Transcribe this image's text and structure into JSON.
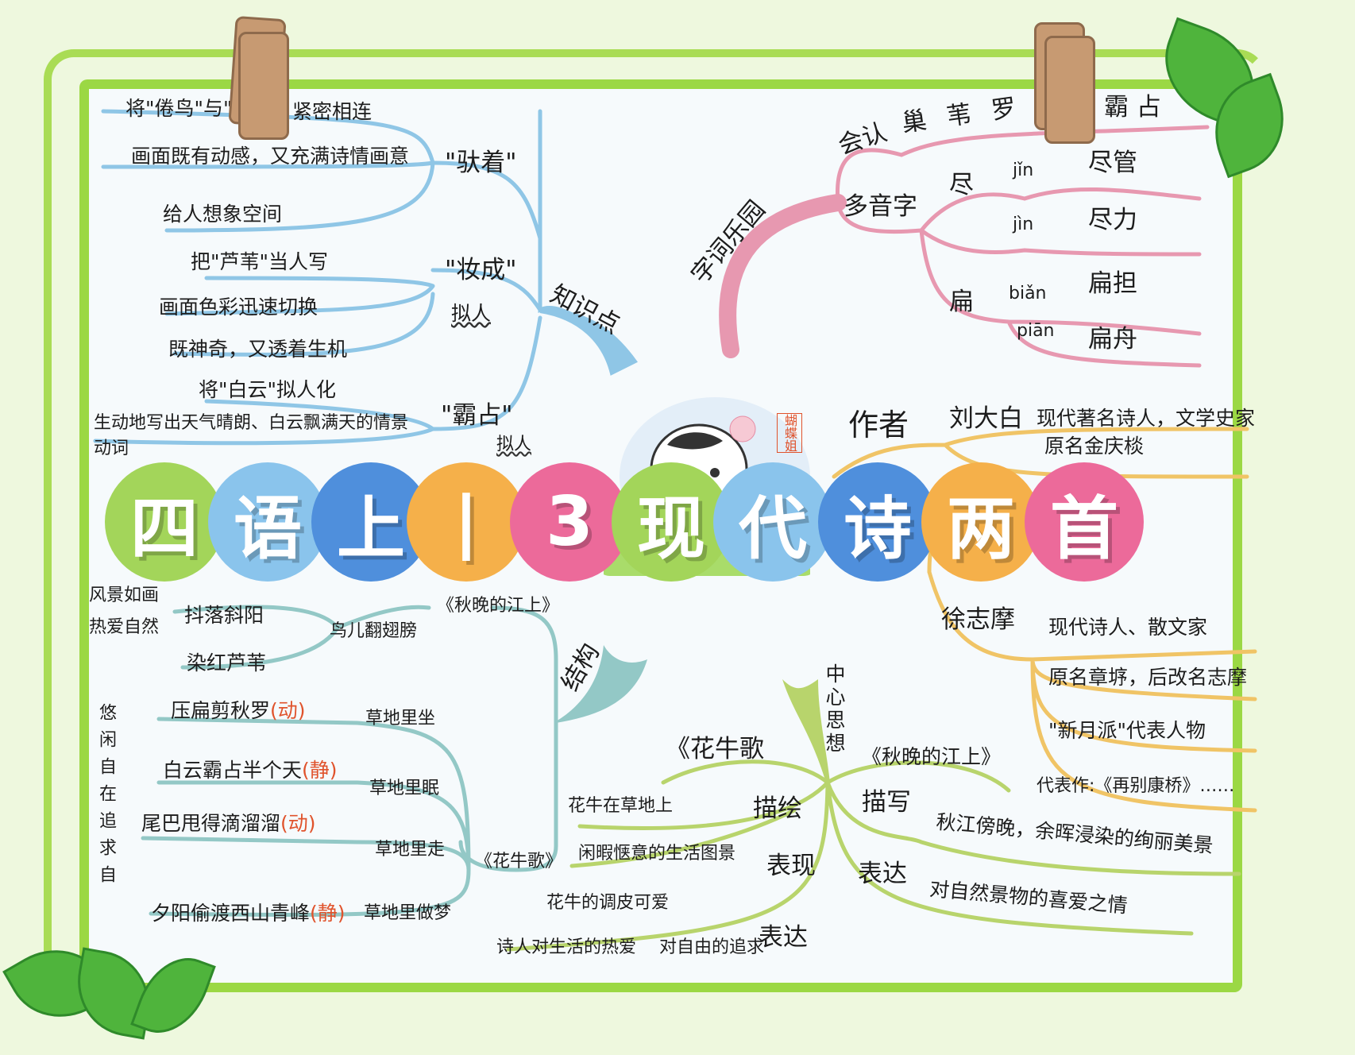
{
  "title": {
    "chars": [
      "四",
      "语",
      "上",
      "|",
      "3",
      "现",
      "代",
      "诗",
      "两",
      "首"
    ],
    "colors": [
      "#a3d55a",
      "#8ac4ec",
      "#4f8fdc",
      "#f5b04a",
      "#ec6a9a",
      "#a3d55a",
      "#8ac4ec",
      "#4f8fdc",
      "#f5b04a",
      "#ec6a9a"
    ]
  },
  "watermark": "蝴蝶姐",
  "branch_colors": {
    "knowledge": "#8fc6e6",
    "structure": "#93c8c6",
    "words": "#e798b0",
    "author": "#f0c466",
    "theme": "#b8d46c"
  },
  "knowledge": {
    "label": "知识点",
    "items": [
      "将\"倦鸟\"与\"",
      "紧密相连",
      "画面既有动感，又充满诗情画意",
      "\"驮着\"",
      "给人想象空间",
      "把\"芦苇\"当人写",
      "\"妆成\"",
      "拟人",
      "画面色彩迅速切换",
      "既神奇，又透着生机",
      "将\"白云\"拟人化",
      "\"霸占\"",
      "生动地写出天气晴朗、白云飘满天的情景",
      "拟人",
      "动词"
    ]
  },
  "structure": {
    "label": "结构",
    "side_a": [
      "风景如画",
      "热爱自然"
    ],
    "side_b": "悠闲自在追求自",
    "poem1": {
      "title": "《秋晚的江上》",
      "node": "鸟儿翻翅膀",
      "items": [
        "抖落斜阳",
        "染红芦苇"
      ]
    },
    "poem2": {
      "title": "《花牛歌》",
      "rows": [
        {
          "line": "压扁剪秋罗",
          "tag": "(动)",
          "node": "草地里坐"
        },
        {
          "line": "白云霸占半个天",
          "tag": "(静)",
          "node": "草地里眠"
        },
        {
          "line": "尾巴甩得滴溜溜",
          "tag": "(动)",
          "node": "草地里走"
        },
        {
          "line": "夕阳偷渡西山青峰",
          "tag": "(静)",
          "node": "草地里做梦"
        }
      ]
    }
  },
  "words": {
    "label": "字词乐园",
    "recognize_label": "会认",
    "recognize": "巢 苇 罗",
    "recognize_tail": "霸 占",
    "polyphone_label": "多音字",
    "groups": [
      {
        "char": "尽",
        "readings": [
          {
            "pinyin": "jǐn",
            "word": "尽管"
          },
          {
            "pinyin": "jìn",
            "word": "尽力"
          }
        ]
      },
      {
        "char": "扁",
        "readings": [
          {
            "pinyin": "biǎn",
            "word": "扁担"
          },
          {
            "pinyin": "piān",
            "word": "扁舟"
          }
        ]
      }
    ]
  },
  "author": {
    "label": "作者",
    "people": [
      {
        "name": "刘大白",
        "facts": [
          "现代著名诗人，文学史家",
          "原名金庆棪"
        ]
      },
      {
        "name": "徐志摩",
        "facts": [
          "现代诗人、散文家",
          "原名章垿，后改名志摩",
          "\"新月派\"代表人物",
          "代表作:《再别康桥》……"
        ]
      }
    ]
  },
  "theme": {
    "label": "中心思想",
    "poem1": {
      "title": "《花牛歌",
      "verb1": "描绘",
      "items1": [
        "花牛在草地上",
        "闲暇惬意的生活图景"
      ],
      "verb2": "表现",
      "item2": "花牛的调皮可爱",
      "verb3": "表达",
      "items3": [
        "诗人对生活的热爱",
        "对自由的追求"
      ]
    },
    "poem2": {
      "title": "《秋晚的江上》",
      "verb1": "描写",
      "item1": "秋江傍晚，余晖浸染的绚丽美景",
      "verb2": "表达",
      "item2": "对自然景物的喜爱之情"
    }
  }
}
